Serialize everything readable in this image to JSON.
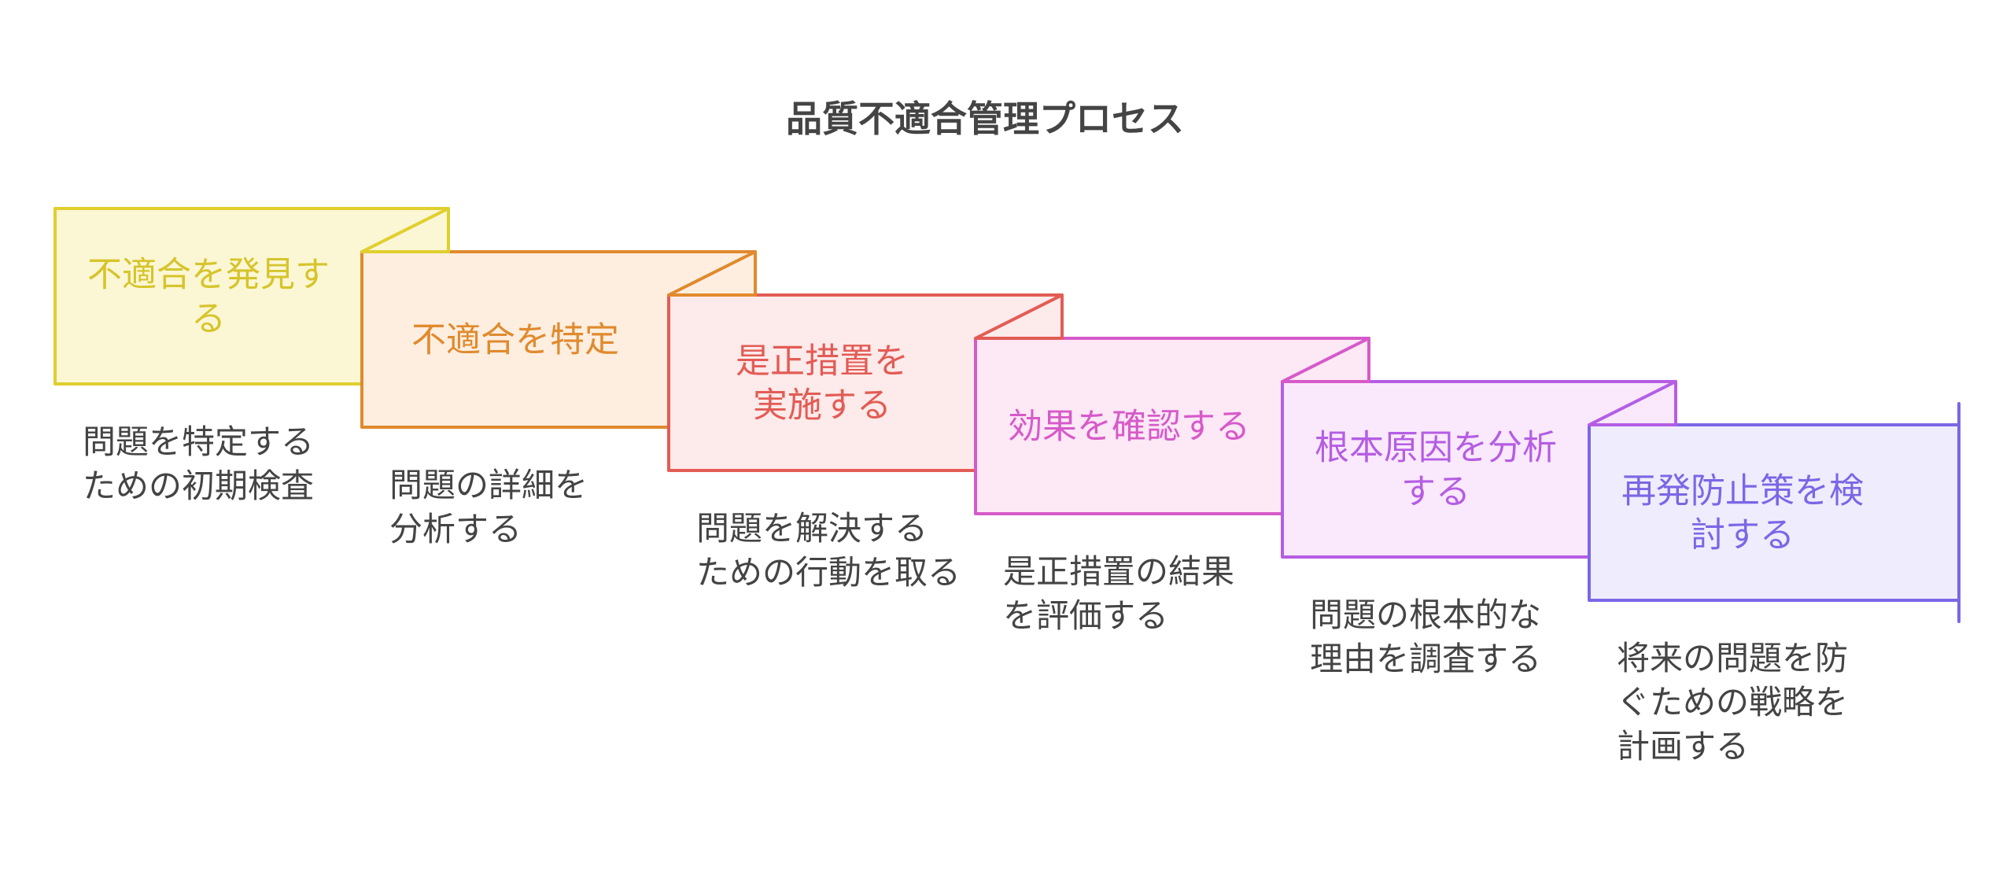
{
  "title": "品質不適合管理プロセス",
  "steps": [
    {
      "label_lines": [
        "不適合を発見す",
        "る"
      ],
      "desc_lines": [
        "問題を特定する",
        "ための初期検査"
      ],
      "fill": "#fbf7d4",
      "stroke": "#e0cf2e",
      "text": "#d6c42c"
    },
    {
      "label_lines": [
        "不適合を特定"
      ],
      "desc_lines": [
        "問題の詳細を",
        "分析する"
      ],
      "fill": "#fdeee0",
      "stroke": "#e08a2e",
      "text": "#e08a2e"
    },
    {
      "label_lines": [
        "是正措置を",
        "実施する"
      ],
      "desc_lines": [
        "問題を解決する",
        "ための行動を取る"
      ],
      "fill": "#fdeaea",
      "stroke": "#e25c55",
      "text": "#e25c55"
    },
    {
      "label_lines": [
        "効果を確認する"
      ],
      "desc_lines": [
        "是正措置の結果",
        "を評価する"
      ],
      "fill": "#fde8f6",
      "stroke": "#d65ac9",
      "text": "#d65ac9"
    },
    {
      "label_lines": [
        "根本原因を分析",
        "する"
      ],
      "desc_lines": [
        "問題の根本的な",
        "理由を調査する"
      ],
      "fill": "#fae9fd",
      "stroke": "#b55de3",
      "text": "#b55de3"
    },
    {
      "label_lines": [
        "再発防止策を検",
        "討する"
      ],
      "desc_lines": [
        "将来の問題を防",
        "ぐための戦略を",
        "計画する"
      ],
      "fill": "#efedfd",
      "stroke": "#7c66e6",
      "text": "#7c66e6"
    }
  ]
}
